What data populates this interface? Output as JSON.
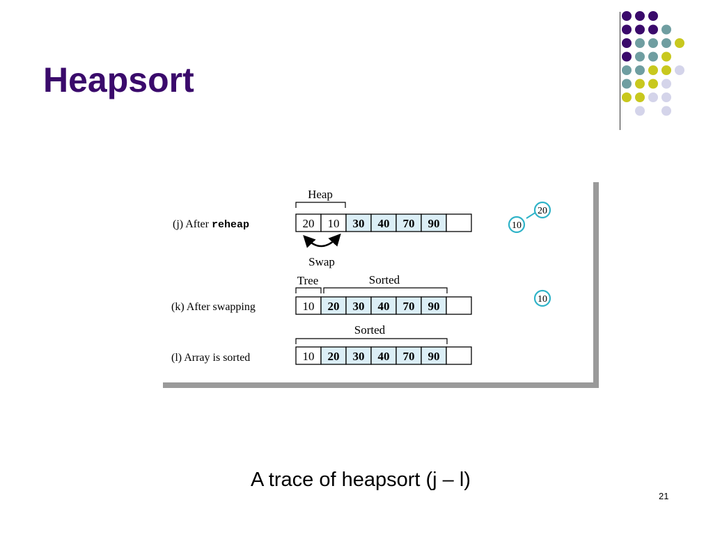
{
  "slide": {
    "title": "Heapsort",
    "caption": "A trace of heapsort (j – l)",
    "page_number": "21"
  },
  "colors": {
    "title": "#3a0a6b",
    "dot_purple": "#3a0a6b",
    "dot_teal": "#6f9ea1",
    "dot_yellow": "#c8c81e",
    "dot_lavender": "#d4d4ea",
    "sorted_cell": "#dbeef6",
    "node_ring": "#2fb3c8"
  },
  "figure": {
    "rows": [
      {
        "id": "j",
        "label_prefix": "(j)  After ",
        "label_code": "reheap",
        "cells": [
          "20",
          "10",
          "30",
          "40",
          "70",
          "90",
          ""
        ],
        "sorted": [
          false,
          false,
          true,
          true,
          true,
          true,
          false
        ],
        "bracket": "Heap",
        "arrow_label": "Swap"
      },
      {
        "id": "k",
        "label": "(k)  After swapping",
        "cells": [
          "10",
          "20",
          "30",
          "40",
          "70",
          "90",
          ""
        ],
        "sorted": [
          false,
          true,
          true,
          true,
          true,
          true,
          false
        ],
        "bracket_tree": "Tree",
        "bracket_sorted": "Sorted"
      },
      {
        "id": "l",
        "label": "(l)  Array is sorted",
        "cells": [
          "10",
          "20",
          "30",
          "40",
          "70",
          "90",
          ""
        ],
        "sorted": [
          false,
          true,
          true,
          true,
          true,
          true,
          false
        ],
        "bracket_sorted": "Sorted"
      }
    ],
    "trees": [
      {
        "row": "j",
        "nodes": [
          "20",
          "10"
        ]
      },
      {
        "row": "k",
        "nodes": [
          "10"
        ]
      }
    ]
  }
}
